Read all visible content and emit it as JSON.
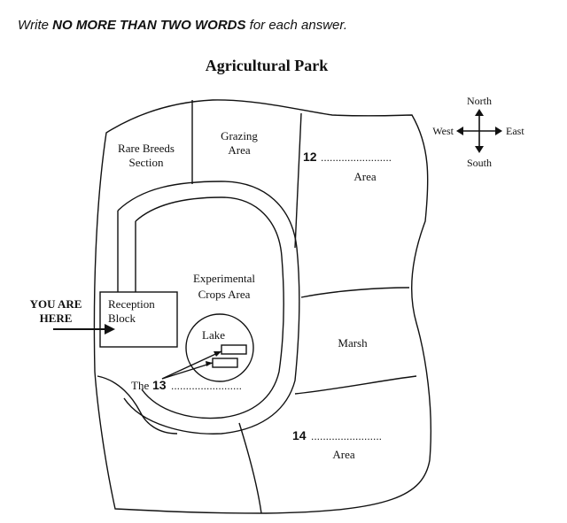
{
  "instruction": {
    "prefix": "Write ",
    "emphasis": "NO MORE THAN TWO WORDS",
    "suffix": " for each answer."
  },
  "map": {
    "title": "Agricultural Park",
    "labels": {
      "rare_breeds_1": "Rare Breeds",
      "rare_breeds_2": "Section",
      "grazing_1": "Grazing",
      "grazing_2": "Area",
      "experimental_1": "Experimental",
      "experimental_2": "Crops Area",
      "reception_1": "Reception",
      "reception_2": "Block",
      "lake": "Lake",
      "marsh": "Marsh",
      "you_are_1": "YOU ARE",
      "you_are_2": "HERE",
      "q12_area": "Area",
      "q14_area": "Area",
      "the": "The"
    },
    "questions": {
      "q12": "12",
      "q13": "13",
      "q14": "14",
      "blank": "........................"
    },
    "compass": {
      "north": "North",
      "south": "South",
      "east": "East",
      "west": "West"
    }
  }
}
